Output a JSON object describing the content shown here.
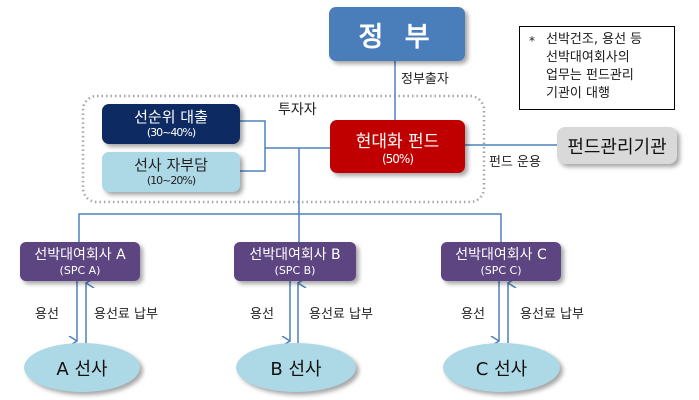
{
  "government": {
    "label": "정 부",
    "link_label": "정부출자"
  },
  "note": {
    "marker": "*",
    "lines": [
      "선박건조, 용선 등",
      "선박대여회사의",
      "업무는 펀드관리",
      "기관이 대행"
    ]
  },
  "investors": {
    "group_label": "투자자",
    "senior_loan": {
      "label": "선순위 대출",
      "share": "(30~40%)"
    },
    "shipowner_equity": {
      "label": "선사 자부담",
      "share": "(10~20%)"
    }
  },
  "fund": {
    "label": "현대화 펀드",
    "share": "(50%)"
  },
  "fund_manager": {
    "label": "펀드관리기관",
    "link_label": "펀드 운용"
  },
  "spcs": [
    {
      "label": "선박대여회사 A",
      "sub": "(SPC A)",
      "down_label": "용선",
      "up_label": "용선료 납부",
      "carrier": "A 선사"
    },
    {
      "label": "선박대여회사 B",
      "sub": "(SPC B)",
      "down_label": "용선",
      "up_label": "용선료 납부",
      "carrier": "B 선사"
    },
    {
      "label": "선박대여회사 C",
      "sub": "(SPC C)",
      "down_label": "용선",
      "up_label": "용선료 납부",
      "carrier": "C 선사"
    }
  ],
  "colors": {
    "government": "#4a7ebb",
    "fund": "#c00000",
    "senior_loan": "#0d2a62",
    "shipowner_equity": "#add8e6",
    "fund_manager": "#d9d9d9",
    "spc": "#5c4580",
    "carrier": "#add8e6",
    "connector": "#4f81bd"
  }
}
